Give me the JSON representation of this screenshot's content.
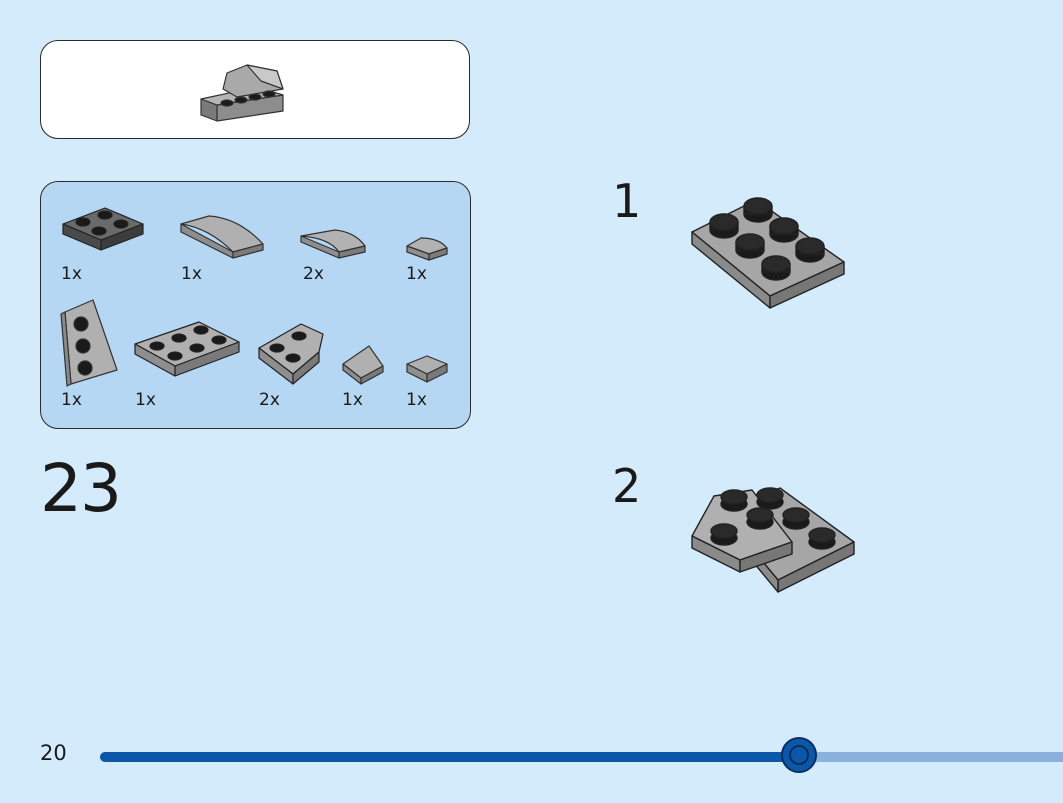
{
  "step": {
    "number": "23"
  },
  "parts": [
    {
      "id": "plate-2x2-dark",
      "qty": "1x"
    },
    {
      "id": "curved-slope-long",
      "qty": "1x"
    },
    {
      "id": "curved-slope",
      "qty": "2x"
    },
    {
      "id": "round-tile-quarter",
      "qty": "1x"
    },
    {
      "id": "wedge-plate-vertical",
      "qty": "1x"
    },
    {
      "id": "plate-2x3",
      "qty": "1x"
    },
    {
      "id": "wedge-plate",
      "qty": "2x"
    },
    {
      "id": "slope-small",
      "qty": "1x"
    },
    {
      "id": "tile-1x1",
      "qty": "1x"
    }
  ],
  "substeps": [
    {
      "number": "1"
    },
    {
      "number": "2"
    }
  ],
  "footer": {
    "page_number": "20"
  },
  "progress": {
    "value": 0.726
  },
  "colors": {
    "background": "#d4ebfb",
    "parts_panel": "#b6d7f4",
    "progress_fill": "#0d57ab",
    "progress_track": "#8ab0de",
    "brick_gray": "#a5a5a5",
    "brick_dark": "#5a5a5a"
  }
}
